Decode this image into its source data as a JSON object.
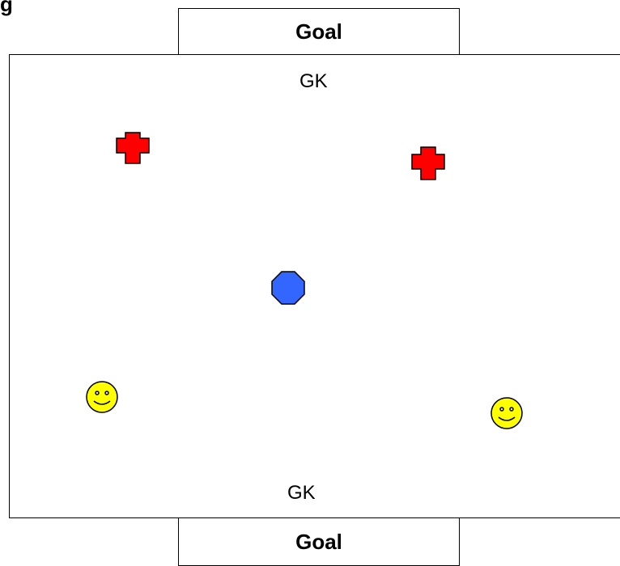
{
  "goals": {
    "top_label": "Goal",
    "bottom_label": "Goal"
  },
  "goalkeepers": {
    "top_label": "GK",
    "bottom_label": "GK"
  },
  "markers": {
    "red_players": {
      "count": 2,
      "shape": "cross",
      "color": "#FF0000"
    },
    "ball": {
      "shape": "octagon",
      "color": "#3366FF"
    },
    "yellow_players": {
      "count": 2,
      "shape": "smiley-face",
      "color": "#FFFF00"
    }
  },
  "clipped_text": "g"
}
